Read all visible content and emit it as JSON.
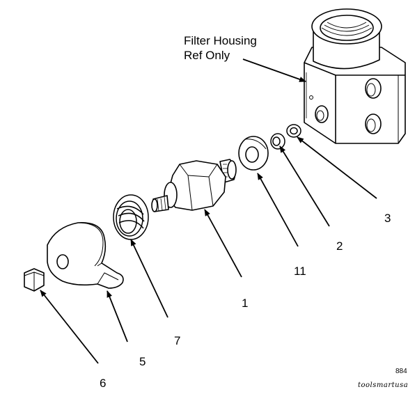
{
  "title": {
    "line1": "Filter Housing",
    "line2": "Ref Only"
  },
  "callouts": [
    {
      "id": "3",
      "text": "3"
    },
    {
      "id": "2",
      "text": "2"
    },
    {
      "id": "11",
      "text": "11"
    },
    {
      "id": "1",
      "text": "1"
    },
    {
      "id": "7",
      "text": "7"
    },
    {
      "id": "5",
      "text": "5"
    },
    {
      "id": "6",
      "text": "6"
    }
  ],
  "figure_number": "884",
  "watermark": "toolsmartusa",
  "colors": {
    "line": "#000000",
    "background": "#ffffff",
    "fill": "#ffffff"
  }
}
